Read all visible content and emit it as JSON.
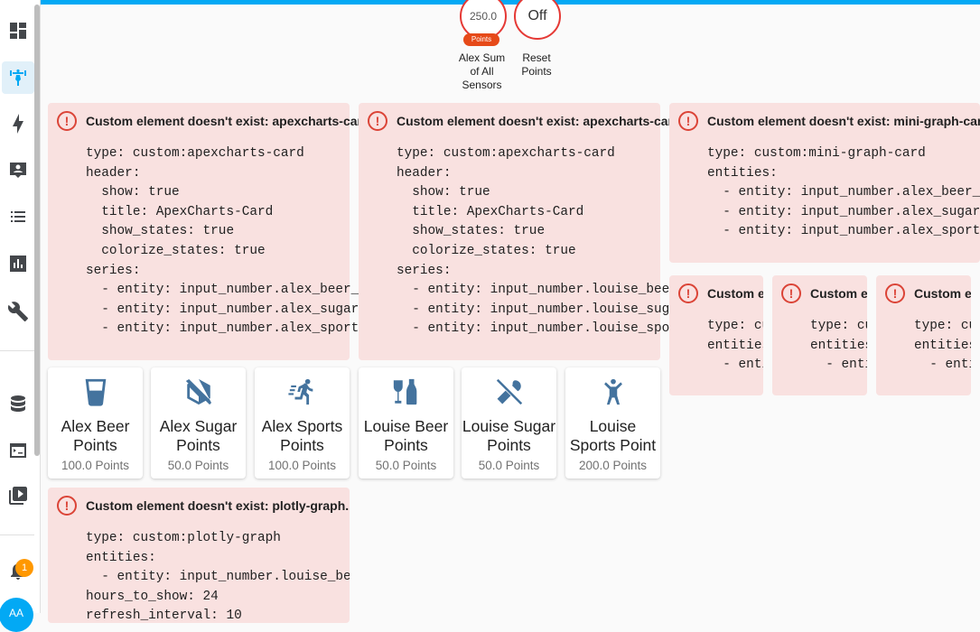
{
  "gauges": [
    {
      "value": "250.0",
      "unit": "Points",
      "label_lines": [
        "Alex Sum",
        "of All",
        "Sensors"
      ]
    },
    {
      "value": "Off",
      "label_lines": [
        "Reset",
        "Points"
      ]
    }
  ],
  "notifications": {
    "count": "1"
  },
  "user": {
    "initials": "AA"
  },
  "error_cards": [
    {
      "title": "Custom element doesn't exist: apexcharts-card.",
      "code": "type: custom:apexcharts-card\nheader:\n  show: true\n  title: ApexCharts-Card\n  show_states: true\n  colorize_states: true\nseries:\n  - entity: input_number.alex_beer_points\n  - entity: input_number.alex_sugar_points\n  - entity: input_number.alex_sports_points"
    },
    {
      "title": "Custom element doesn't exist: apexcharts-card.",
      "code": "type: custom:apexcharts-card\nheader:\n  show: true\n  title: ApexCharts-Card\n  show_states: true\n  colorize_states: true\nseries:\n  - entity: input_number.louise_beer_points\n  - entity: input_number.louise_sugar_points\n  - entity: input_number.louise_sports_point"
    },
    {
      "title": "Custom element doesn't exist: mini-graph-card.",
      "code": "type: custom:mini-graph-card\nentities:\n  - entity: input_number.alex_beer_points\n  - entity: input_number.alex_sugar_points\n  - entity: input_number.alex_sports_points"
    },
    {
      "title": "Custom element doesn't exist: mini-graph-card.",
      "code": "type: custom:mini-graph-card\nentities:\n  - entity: input_number.alex_beer_points"
    },
    {
      "title": "Custom element doesn't exist: mini-graph-card.",
      "code": "type: custom:mini-graph-card\nentities:\n  - entity: input_number.alex_sugar_points"
    },
    {
      "title": "Custom element doesn't exist: mini-graph-card.",
      "code": "type: custom:mini-graph-card\nentities:\n  - entity: input_number.alex_sports_points"
    },
    {
      "title": "Custom element doesn't exist: plotly-graph.",
      "code": "type: custom:plotly-graph\nentities:\n  - entity: input_number.louise_beer_points\nhours_to_show: 24\nrefresh_interval: 10"
    }
  ],
  "entity_cards": [
    {
      "icon": "cup-water-icon",
      "name": "Alex Beer Points",
      "state": "100.0 Points"
    },
    {
      "icon": "cube-off-icon",
      "name": "Alex Sugar Points",
      "state": "50.0 Points"
    },
    {
      "icon": "run-fast-icon",
      "name": "Alex Sports Points",
      "state": "100.0 Points"
    },
    {
      "icon": "bottle-wine-icon",
      "name": "Louise Beer Points",
      "state": "50.0 Points"
    },
    {
      "icon": "food-off-icon",
      "name": "Louise Sugar Points",
      "state": "50.0 Points"
    },
    {
      "icon": "human-handsup-icon",
      "name": "Louise Sports Point",
      "state": "200.0 Points"
    }
  ],
  "colors": {
    "accent": "#03a9f4",
    "error_bg": "#f9e1e0",
    "error": "#db4437",
    "icon": "#44739e"
  }
}
